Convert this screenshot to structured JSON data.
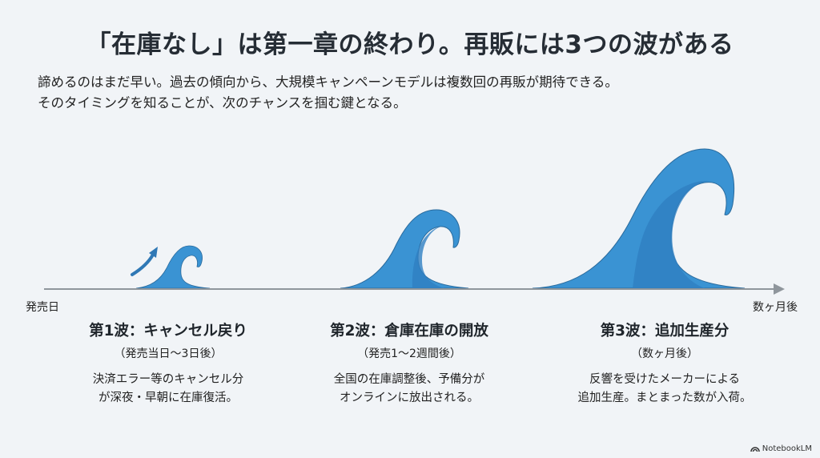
{
  "title": "「在庫なし」は第一章の終わり。再販には3つの波がある",
  "subtitle": {
    "lines": [
      "諦めるのはまだ早い。過去の傾向から、大規模キャンペーンモデルは複数回の再販が期待できる。",
      "そのタイミングを知ることが、次のチャンスを掴む鍵となる。"
    ]
  },
  "timeline": {
    "start_label": "発売日",
    "end_label": "数ヶ月後",
    "axis_color": "#8f969c"
  },
  "waves": [
    {
      "title": "第1波：キャンセル戻り",
      "period": "（発売当日〜3日後）",
      "desc": [
        "決済エラー等のキャンセル分",
        "が深夜・早朝に在庫復活。"
      ],
      "size": "small"
    },
    {
      "title": "第2波：倉庫在庫の開放",
      "period": "（発売1〜2週間後）",
      "desc": [
        "全国の在庫調整後、予備分が",
        "オンラインに放出される。"
      ],
      "size": "medium"
    },
    {
      "title": "第3波：追加生産分",
      "period": "（数ヶ月後）",
      "desc": [
        "反響を受けたメーカーによる",
        "追加生産。まとまった数が入荷。"
      ],
      "size": "large"
    }
  ],
  "colors": {
    "wave_fill": "#3a8fd0",
    "wave_shade": "#2f7fc0",
    "wave_outline": "#2a6a9c",
    "background": "#f1f4f7"
  },
  "branding": {
    "logo_text": "NotebookLM"
  }
}
